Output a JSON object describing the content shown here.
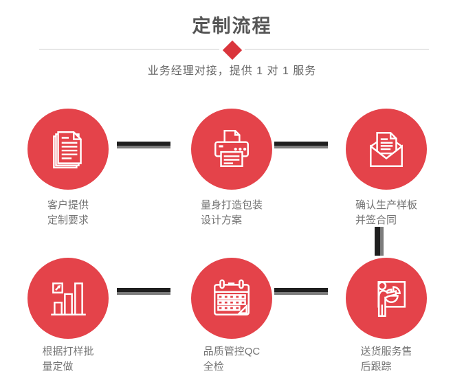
{
  "header": {
    "title": "定制流程",
    "subtitle": "业务经理对接，提供 1 对 1 服务",
    "divider_icon": "diamond-icon"
  },
  "colors": {
    "circle_red": "#e4434a",
    "diamond_red": "#da353c",
    "title_gray": "#555555",
    "label_gray": "#757575",
    "divider_gray": "#cccccc",
    "connector_dark": "#1f1f1f",
    "connector_gray": "#7c7c7c"
  },
  "steps": [
    {
      "icon": "documents-icon",
      "label_line1": "客户提供",
      "label_line2": "定制要求"
    },
    {
      "icon": "printer-icon",
      "label_line1": "量身打造包装",
      "label_line2": "设计方案"
    },
    {
      "icon": "envelope-icon",
      "label_line1": "确认生产样板",
      "label_line2": "并签合同"
    },
    {
      "icon": "bar-chart-icon",
      "label_line1": "根据打样批",
      "label_line2": "量定做"
    },
    {
      "icon": "calendar-icon",
      "label_line1": "品质管控QC",
      "label_line2": "全检"
    },
    {
      "icon": "presenter-icon",
      "label_line1": "送货服务售",
      "label_line2": "后跟踪"
    }
  ]
}
